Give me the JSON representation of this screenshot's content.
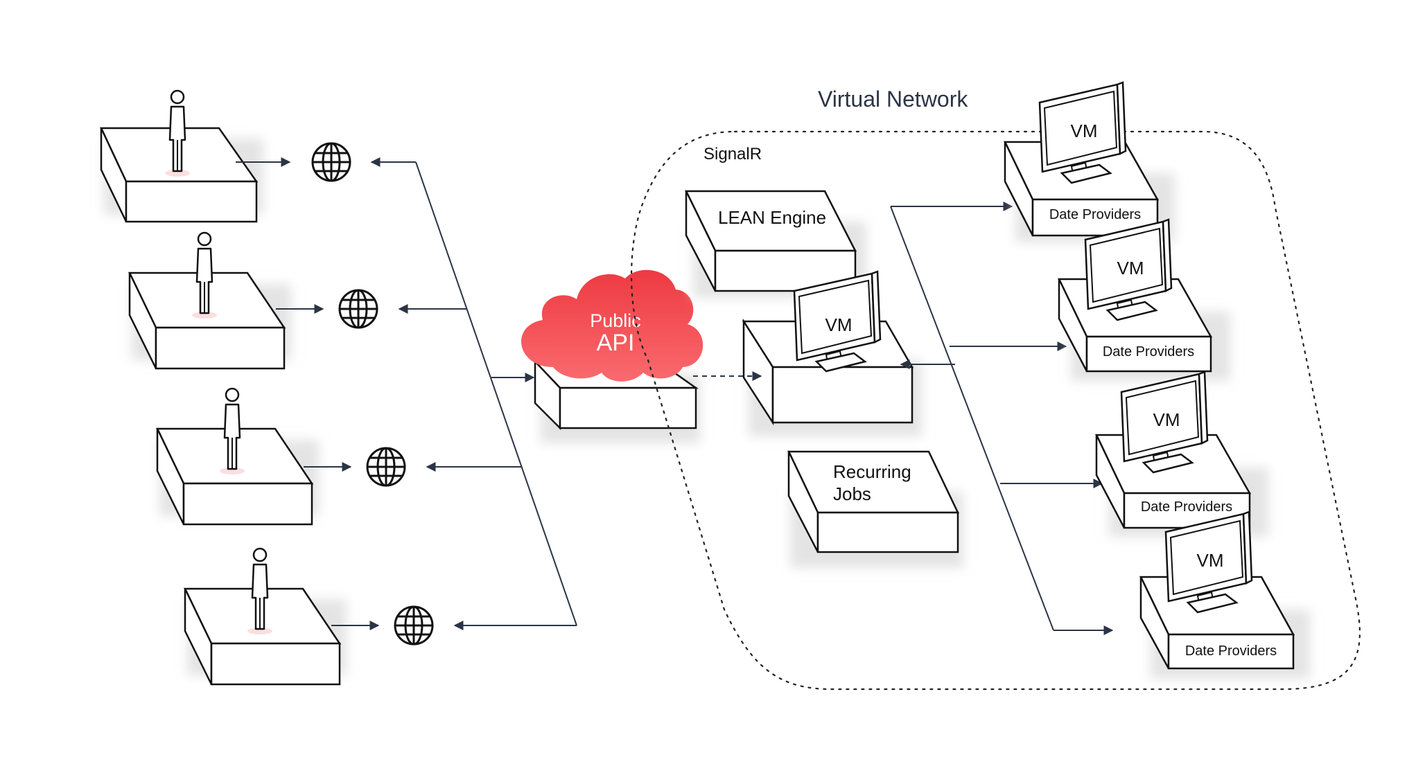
{
  "network": {
    "title": "Virtual Network",
    "signalr": "SignalR"
  },
  "cloud": {
    "line1": "Public",
    "line2": "API",
    "color": "#f0474f"
  },
  "services": {
    "lean_engine": "LEAN Engine",
    "vm": "VM",
    "recurring_line1": "Recurring",
    "recurring_line2": "Jobs"
  },
  "providers": [
    {
      "vm": "VM",
      "label": "Date Providers"
    },
    {
      "vm": "VM",
      "label": "Date Providers"
    },
    {
      "vm": "VM",
      "label": "Date Providers"
    },
    {
      "vm": "VM",
      "label": "Date Providers"
    }
  ],
  "colors": {
    "line": "#2b3446",
    "box_stroke": "#111111"
  }
}
